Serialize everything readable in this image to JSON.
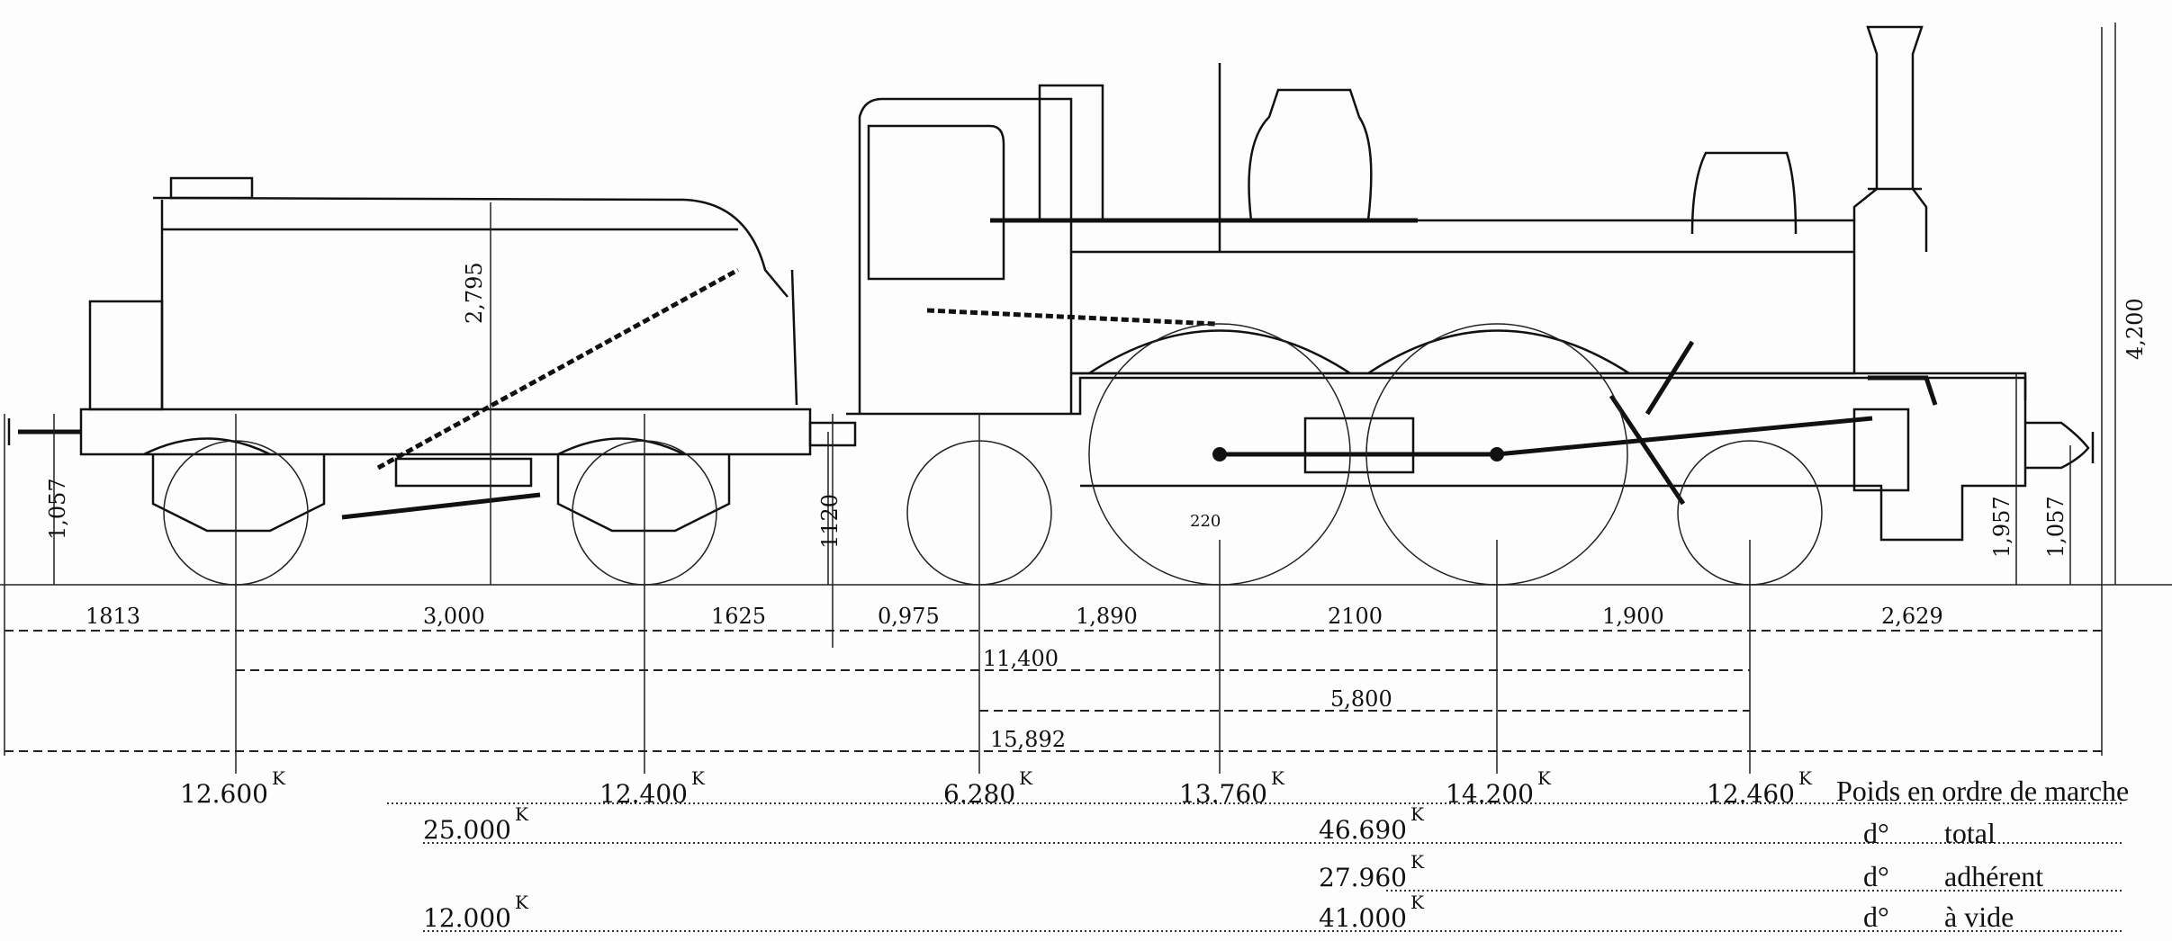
{
  "horizontal_dimensions": {
    "tender_overhang": "1813",
    "tender_wheelbase": "3,000",
    "tender_rear_to_buffer": "1625",
    "coupling_gap": "0,975",
    "leading_to_first_driver": "1,890",
    "driver_spacing": "2100",
    "second_driver_to_trailing": "1,900",
    "front_overhang": "2,629",
    "total_wheelbase": "11,400",
    "loco_wheelbase": "5,800",
    "overall_length": "15,892"
  },
  "vertical_dimensions": {
    "tender_buffer_height": "1,057",
    "tender_height": "2,795",
    "drawbar_height": "1120",
    "clearance": "220",
    "boiler_axis_height": "1,957",
    "front_buffer_height": "1,057",
    "chimney_height": "4,200"
  },
  "axle_loads": {
    "unit": "K",
    "values": [
      "12.600",
      "12.400",
      "6.280",
      "13.760",
      "14.200",
      "12.460"
    ]
  },
  "weights": {
    "tender_total": "25.000",
    "tender_empty": "12.000",
    "loco_total": "46.690",
    "loco_adhesive": "27.960",
    "loco_empty": "41.000"
  },
  "legend": {
    "title": "Poids en ordre de marche",
    "ditto": "d°",
    "total": "total",
    "adhesive": "adhérent",
    "empty": "à vide"
  }
}
